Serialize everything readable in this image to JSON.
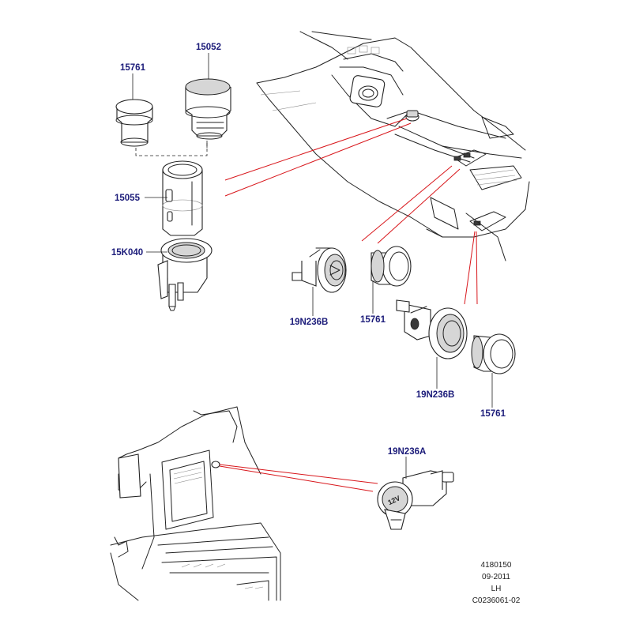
{
  "callouts": {
    "c15761_top": "15761",
    "c15052": "15052",
    "c15055": "15055",
    "c15K040": "15K040",
    "c19N236B_mid": "19N236B",
    "c15761_mid": "15761",
    "c19N236B_right": "19N236B",
    "c15761_right": "15761",
    "c19N236A": "19N236A"
  },
  "socket_marking": "12V",
  "footer": {
    "number": "4180150",
    "date": "09-2011",
    "side": "LH",
    "code": "C0236061-02"
  },
  "colors": {
    "callout_text": "#1c1c7a",
    "reference_line": "#d8161b"
  }
}
